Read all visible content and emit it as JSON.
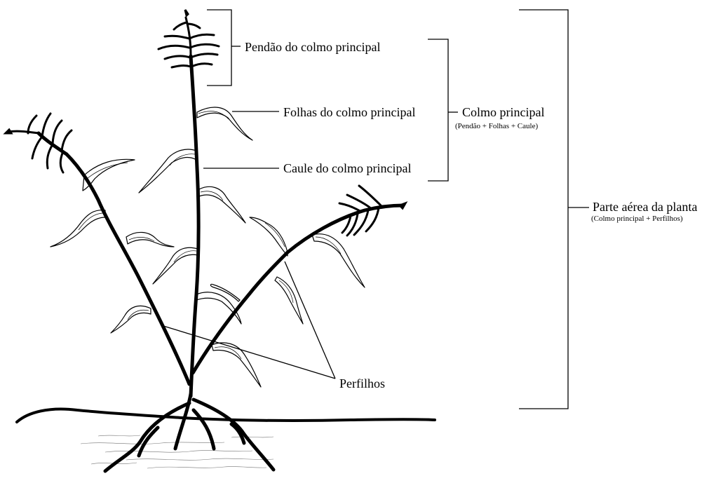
{
  "labels": {
    "pendao": "Pendão do colmo principal",
    "folhas": "Folhas do colmo principal",
    "caule": "Caule do colmo principal",
    "colmo_principal": "Colmo principal",
    "colmo_principal_sub": "(Pendão + Folhas + Caule)",
    "parte_aerea": "Parte aérea da planta",
    "parte_aerea_sub": "(Colmo principal + Perfilhos)",
    "perfilhos": "Perfilhos"
  },
  "colors": {
    "stroke": "#000000",
    "background": "#ffffff"
  }
}
